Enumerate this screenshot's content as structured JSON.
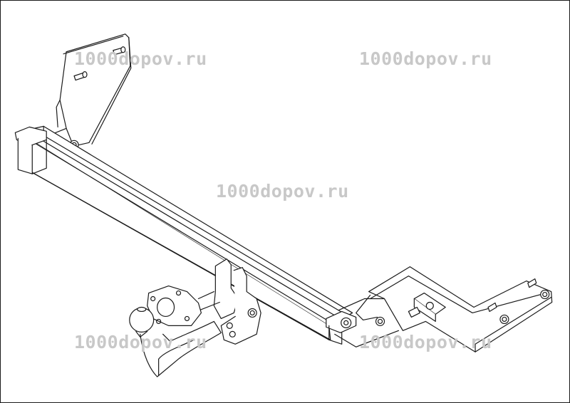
{
  "drawing": {
    "subject": "towbar",
    "line_color": "#1a1a1a",
    "watermark_color": "#c8c8c8"
  },
  "watermarks": [
    {
      "text": "1000dopov.ru"
    },
    {
      "text": "1000dopov.ru"
    },
    {
      "text": "1000dopov.ru"
    },
    {
      "text": "1000dopov.ru"
    },
    {
      "text": "1000dopov.ru"
    }
  ]
}
